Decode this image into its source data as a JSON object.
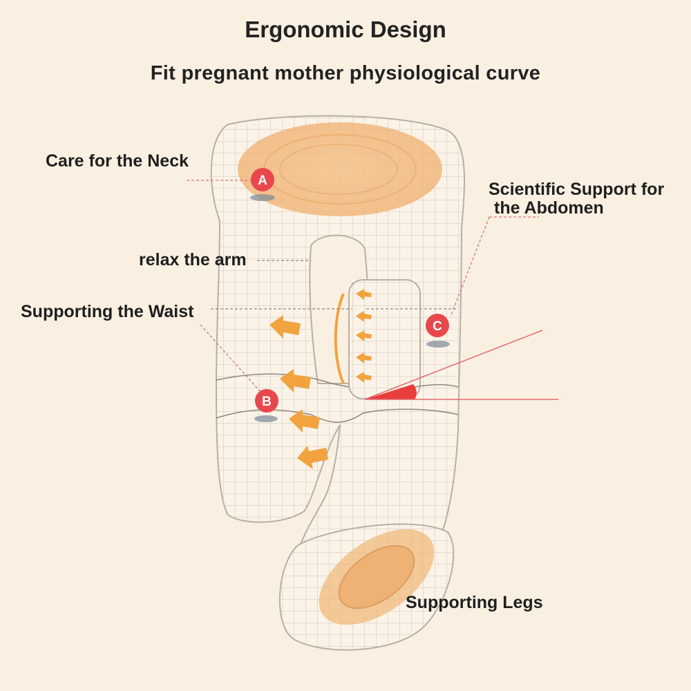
{
  "header": {
    "title": "Ergonomic Design",
    "subtitle": "Fit pregnant mother physiological curve"
  },
  "labels": {
    "neck": "Care for the Neck",
    "arm": "relax the arm",
    "waist": "Supporting the Waist",
    "abdomen_line1": "Scientific Support for",
    "abdomen_line2": "the Abdomen",
    "legs": "Supporting Legs"
  },
  "markers": {
    "a": "A",
    "b": "B",
    "c": "C"
  },
  "colors": {
    "background": "#faf0e2",
    "grid": "#c9bfb4",
    "highlight": "#f0b676",
    "marker": "#e8484c",
    "arrow": "#f2a33e",
    "leader": "#d9746f"
  }
}
